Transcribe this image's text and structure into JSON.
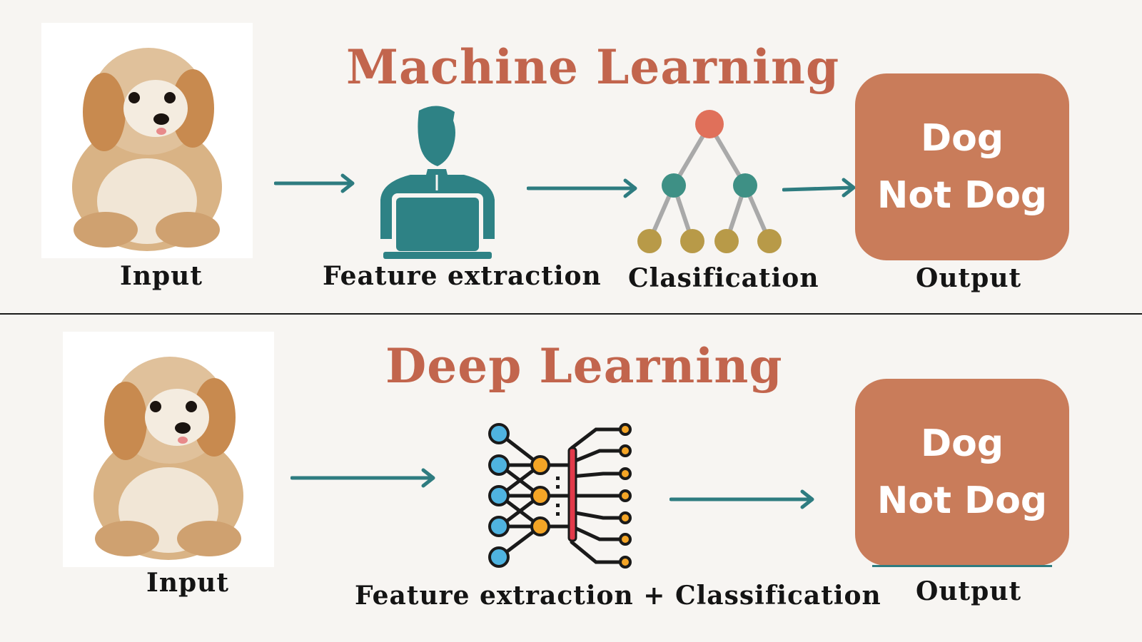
{
  "machine_learning": {
    "title": "Machine Learning",
    "input_label": "Input",
    "feature_label": "Feature extraction",
    "classification_label": "Clasification",
    "output_label": "Output",
    "output_options": [
      "Dog",
      "Not Dog"
    ]
  },
  "deep_learning": {
    "title": "Deep Learning",
    "input_label": "Input",
    "process_label": "Feature extraction + Classification",
    "output_label": "Output",
    "output_options": [
      "Dog",
      "Not Dog"
    ]
  },
  "colors": {
    "title": "#c2654d",
    "arrow": "#2e7c80",
    "output_box": "#c97c5a",
    "tree_root": "#e0705a",
    "tree_mid": "#3e9085",
    "tree_leaf": "#b89a48"
  },
  "icons": [
    "dog-photo",
    "person-laptop-icon",
    "decision-tree-icon",
    "neural-network-icon"
  ]
}
